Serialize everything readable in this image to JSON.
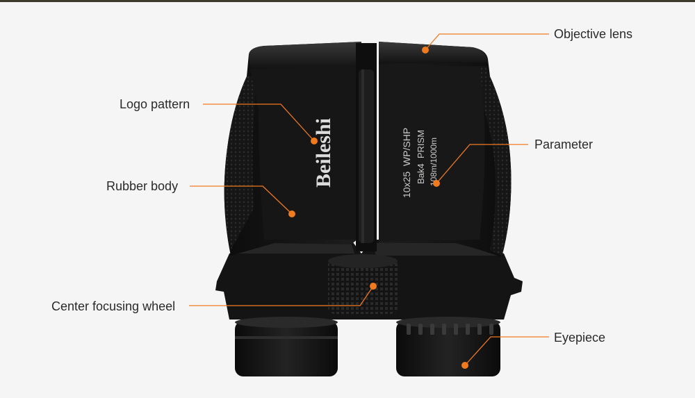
{
  "product": {
    "brand_logo": "Beileshi",
    "spec_lines": [
      "10x25  WP/SHP",
      "Bak4  PRISM",
      "108m/1000m"
    ]
  },
  "callouts": {
    "objective_lens": "Objective lens",
    "logo_pattern": "Logo pattern",
    "parameter": "Parameter",
    "rubber_body": "Rubber body",
    "center_focusing_wheel": "Center focusing wheel",
    "eyepiece": "Eyepiece"
  },
  "colors": {
    "accent": "#f07a1e",
    "body": "#151515",
    "background": "#f5f5f5",
    "label_text": "#2a2a2a"
  }
}
